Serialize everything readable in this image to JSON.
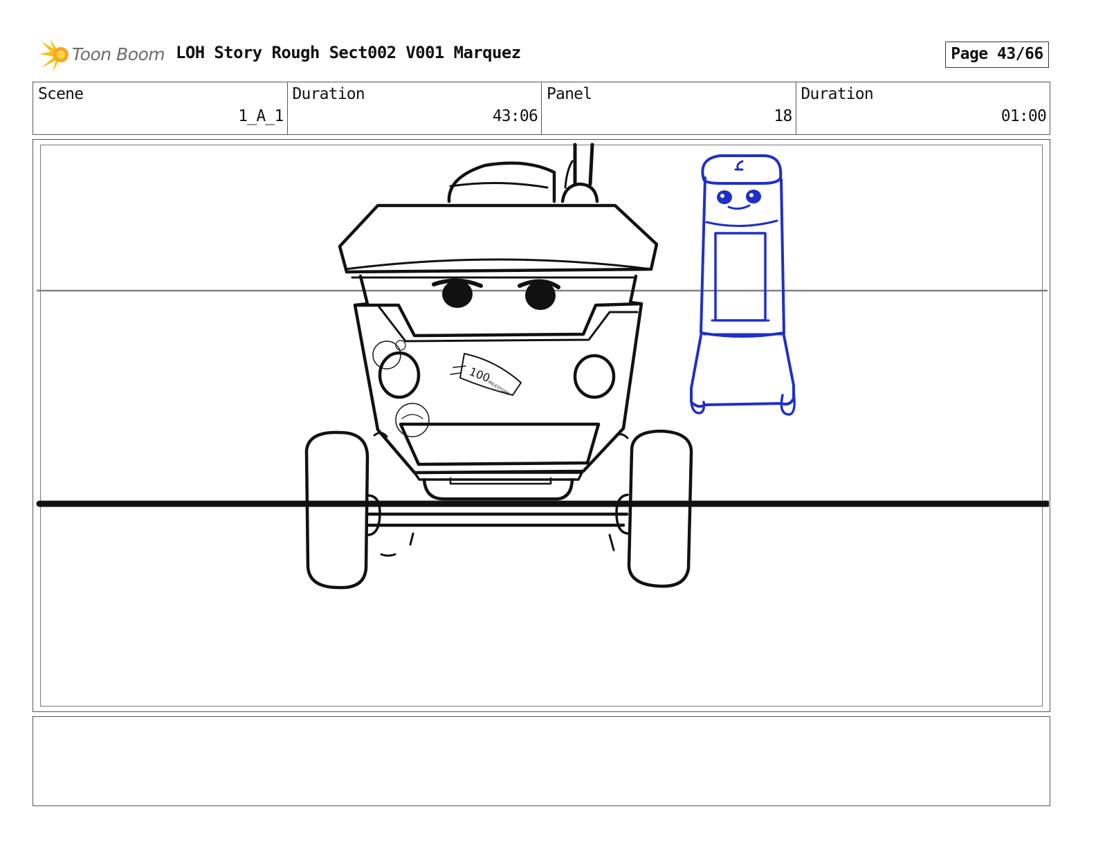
{
  "header": {
    "logo_text": "Toon Boom",
    "title": "LOH Story Rough Sect002 V001 Marquez",
    "page_label": "Page 43/66"
  },
  "info": {
    "scene_label": "Scene",
    "scene_value": "1_A_1",
    "scene_duration_label": "Duration",
    "scene_duration_value": "43:06",
    "panel_label": "Panel",
    "panel_value": "18",
    "panel_duration_label": "Duration",
    "panel_duration_value": "01:00"
  },
  "sketch": {
    "banner_text": "100",
    "banner_subtext": "MILESTONE",
    "colors": {
      "tractor_ink": "#111111",
      "robot_ink": "#1f2fc8",
      "horizon_line": "#808080"
    },
    "icons": [
      "sun-logo-icon"
    ]
  },
  "notes": {
    "text": ""
  }
}
